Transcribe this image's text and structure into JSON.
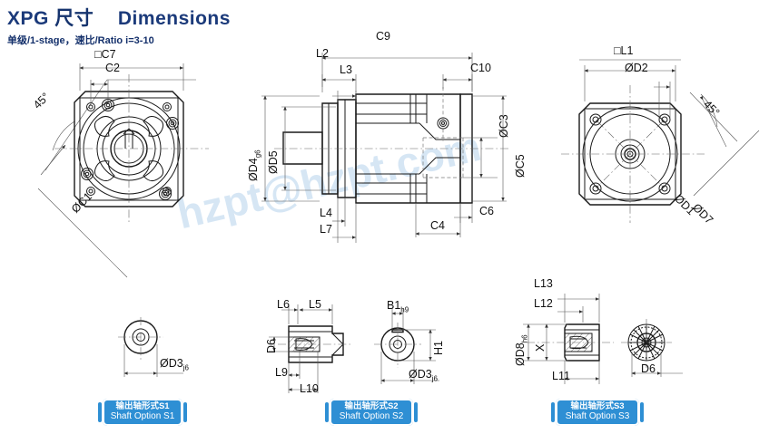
{
  "header": {
    "title_en": "XPG",
    "title_cn": "尺寸",
    "title_dim": "Dimensions",
    "subtitle": "单级/1-stage，速比/Ratio i=3-10"
  },
  "watermark": {
    "text": "hzpt@hzpt.com",
    "color": "#cfe2f3"
  },
  "colors": {
    "title": "#1b3a7a",
    "banner": "#2e8fd4",
    "line": "#1a1a1a"
  },
  "views": {
    "left": {
      "name": "input-flange-front-view",
      "labels": {
        "c7": "□C7",
        "c2": "C2",
        "angle": "45°",
        "c1": "ØC1"
      }
    },
    "center": {
      "name": "gearbox-side-section-view",
      "labels": {
        "c9": "C9",
        "l2": "L2",
        "l3": "L3",
        "c10": "C10",
        "d4": "ØD4",
        "d4_sub": "g6",
        "d5": "ØD5",
        "c3": "ØC3",
        "c5": "ØC5",
        "l4": "L4",
        "l7": "L7",
        "c4": "C4",
        "c6": "C6"
      }
    },
    "right": {
      "name": "output-flange-front-view",
      "labels": {
        "l1": "□L1",
        "d2": "ØD2",
        "angle": "45°",
        "d1": "ØD1",
        "d7": "ØD7"
      }
    }
  },
  "shaft_options": [
    {
      "id": "s1",
      "banner_cn": "输出轴形式S1",
      "banner_en": "Shaft Option S1",
      "labels": {
        "d3": "ØD3",
        "d3_sub": "j6"
      }
    },
    {
      "id": "s2",
      "banner_cn": "输出轴形式S2",
      "banner_en": "Shaft Option S2",
      "labels": {
        "l6": "L6",
        "l5": "L5",
        "d6": "D6",
        "l9": "L9",
        "l10": "L10",
        "b1": "B1",
        "b1_sub": "h9",
        "h1": "H1",
        "d3": "ØD3",
        "d3_sub": "j6"
      }
    },
    {
      "id": "s3",
      "banner_cn": "输出轴形式S3",
      "banner_en": "Shaft Option S3",
      "labels": {
        "l13": "L13",
        "l12": "L12",
        "d8": "ØD8",
        "d8_sub": "h6",
        "x": "X",
        "l11": "L11",
        "d6": "D6"
      }
    }
  ]
}
